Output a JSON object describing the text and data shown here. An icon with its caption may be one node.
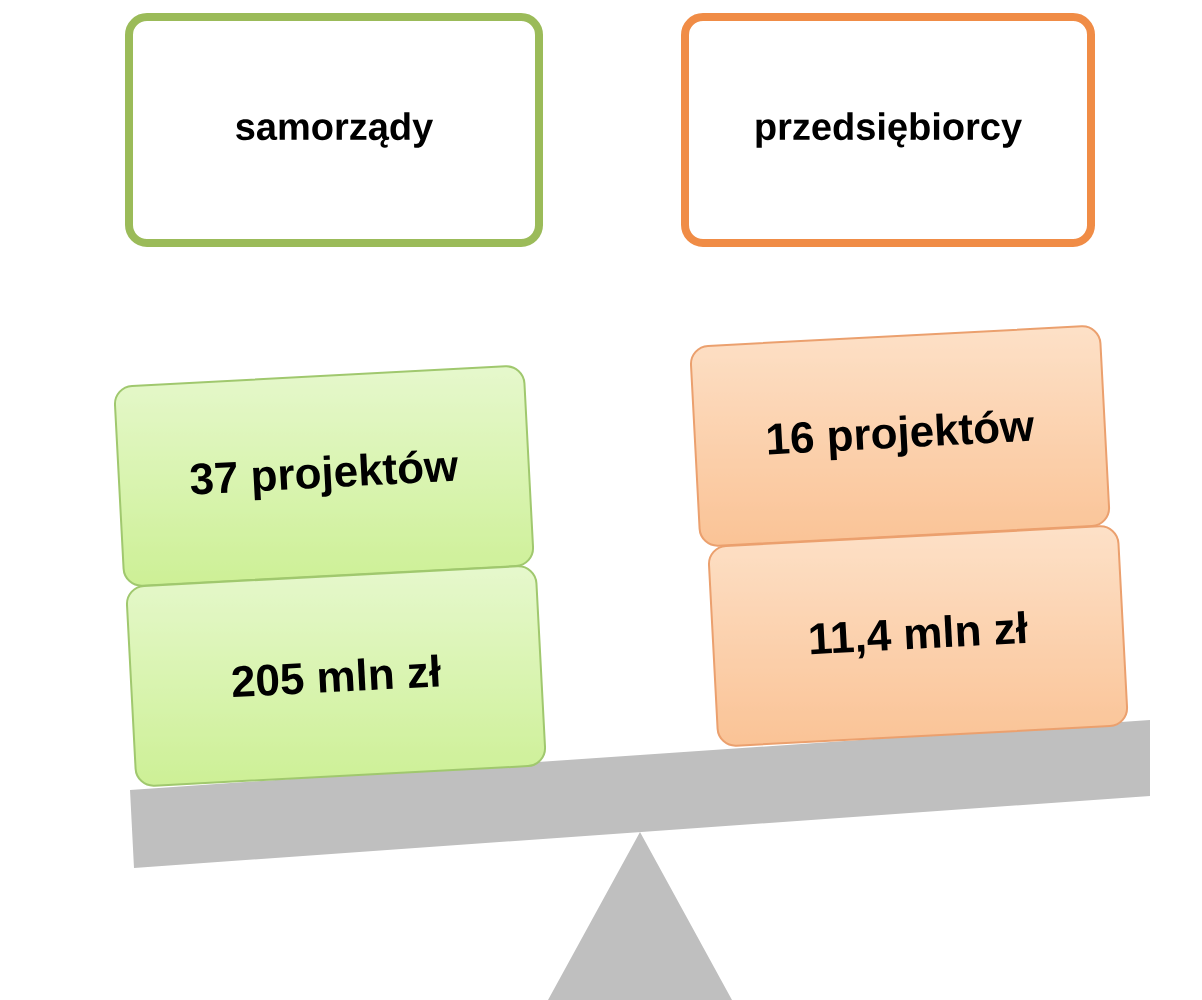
{
  "diagram": {
    "nodes": [
      {
        "text": [
          "samorządy"
        ]
      },
      {
        "text": [
          "przedsiębiorcy"
        ]
      },
      {
        "text": [
          "37 projektów"
        ]
      },
      {
        "text": [
          "16 projektów"
        ]
      },
      {
        "text": [
          "205 mln zł"
        ]
      },
      {
        "text": [
          "11,4 mln zł"
        ]
      }
    ]
  }
}
